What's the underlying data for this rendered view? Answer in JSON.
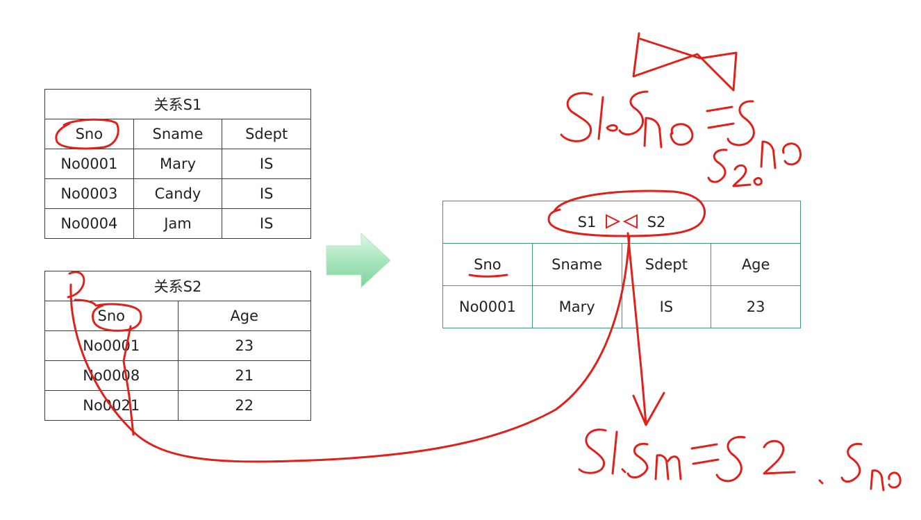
{
  "table_s1": {
    "caption": "关系S1",
    "headers": [
      "Sno",
      "Sname",
      "Sdept"
    ],
    "rows": [
      [
        "No0001",
        "Mary",
        "IS"
      ],
      [
        "No0003",
        "Candy",
        "IS"
      ],
      [
        "No0004",
        "Jam",
        "IS"
      ]
    ]
  },
  "table_s2": {
    "caption": "关系S2",
    "headers": [
      "Sno",
      "Age"
    ],
    "rows": [
      [
        "No0001",
        "23"
      ],
      [
        "No0008",
        "21"
      ],
      [
        "No0021",
        "22"
      ]
    ]
  },
  "result_table": {
    "caption_left": "S1",
    "caption_right": "S2",
    "headers": [
      "Sno",
      "Sname",
      "Sdept",
      "Age"
    ],
    "rows": [
      [
        "No0001",
        "Mary",
        "IS",
        "23"
      ]
    ]
  },
  "colors": {
    "ink_red": "#e0201a",
    "result_border": "#3a9a78",
    "arrow_green": "#9fe0b4"
  }
}
